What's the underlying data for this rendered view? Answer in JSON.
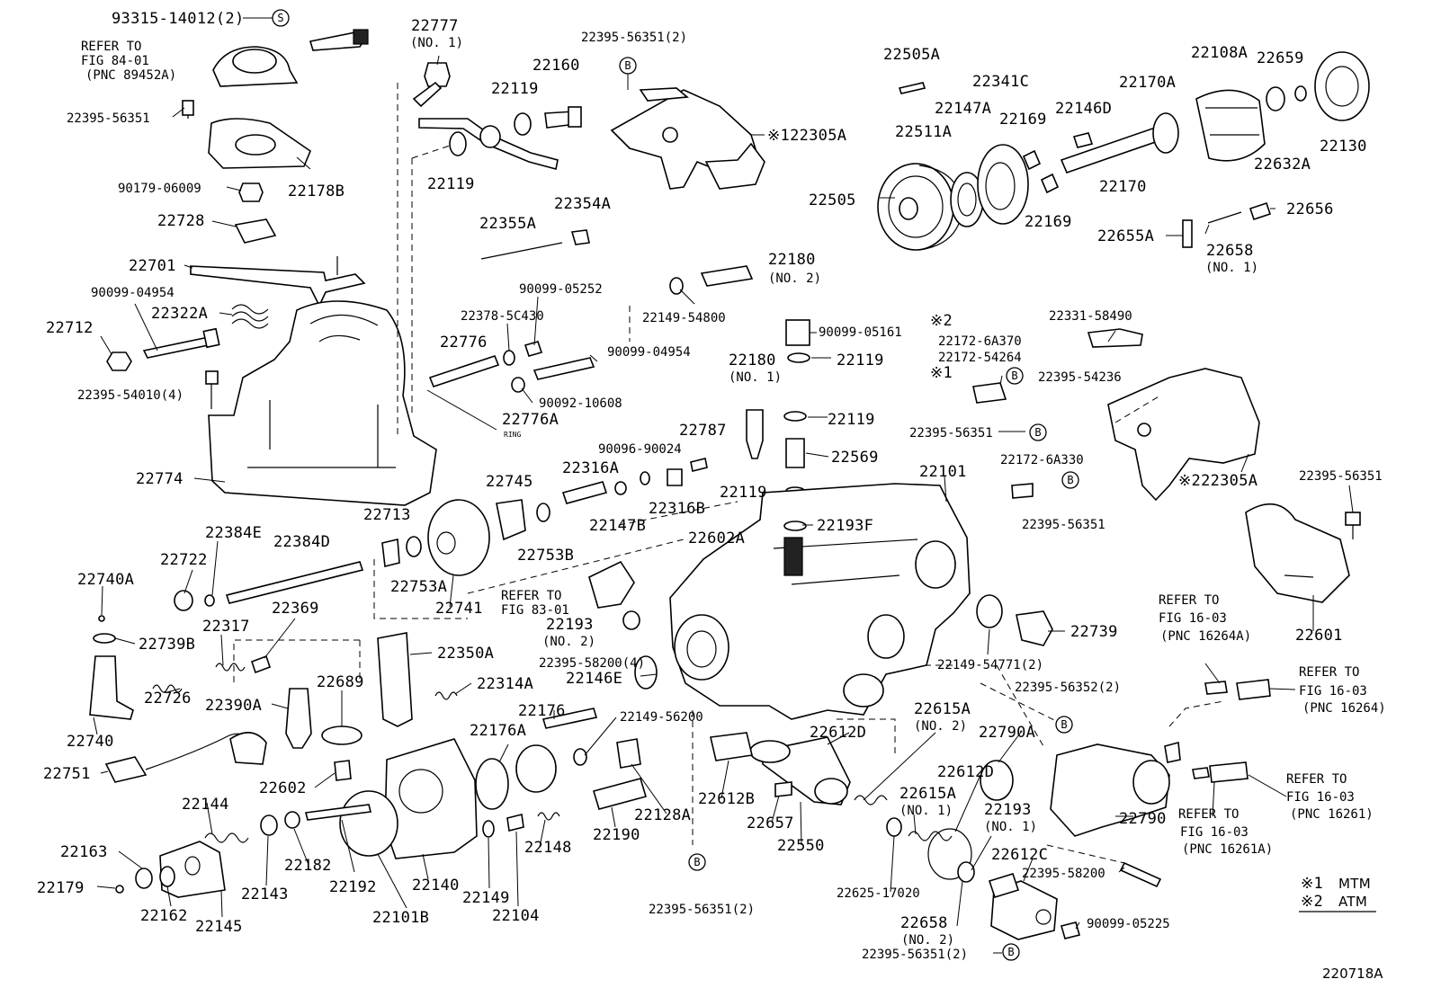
{
  "figure_id": "220718A",
  "legend": {
    "note1_symbol": "※1",
    "note1_text": "MTM",
    "note2_symbol": "※2",
    "note2_text": "ATM"
  },
  "labels": [
    {
      "text": "93315-14012(2)"
    },
    {
      "text": "REFER TO"
    },
    {
      "text": "FIG 84-01"
    },
    {
      "text": "(PNC 89452A)"
    },
    {
      "text": "22395-56351"
    },
    {
      "text": "90179-06009"
    },
    {
      "text": "22178B"
    },
    {
      "text": "22728"
    },
    {
      "text": "22701"
    },
    {
      "text": "90099-04954"
    },
    {
      "text": "22322A"
    },
    {
      "text": "22712"
    },
    {
      "text": "22395-54010(4)"
    },
    {
      "text": "22774"
    },
    {
      "text": "22777"
    },
    {
      "text": "(NO. 1)"
    },
    {
      "text": "22119"
    },
    {
      "text": "22160"
    },
    {
      "text": "22119"
    },
    {
      "text": "22395-56351(2)"
    },
    {
      "text": "※122305A"
    },
    {
      "text": "22355A"
    },
    {
      "text": "22354A"
    },
    {
      "text": "22505A"
    },
    {
      "text": "22341C"
    },
    {
      "text": "22108A"
    },
    {
      "text": "22659"
    },
    {
      "text": "22170A"
    },
    {
      "text": "22147A"
    },
    {
      "text": "22169"
    },
    {
      "text": "22146D"
    },
    {
      "text": "22511A"
    },
    {
      "text": "22130"
    },
    {
      "text": "22632A"
    },
    {
      "text": "22505"
    },
    {
      "text": "22170"
    },
    {
      "text": "22169"
    },
    {
      "text": "22656"
    },
    {
      "text": "22655A"
    },
    {
      "text": "22658"
    },
    {
      "text": "(NO. 1)"
    },
    {
      "text": "22180"
    },
    {
      "text": "(NO. 2)"
    },
    {
      "text": "22149-54800"
    },
    {
      "text": "90099-05252"
    },
    {
      "text": "22378-5C430"
    },
    {
      "text": "22776"
    },
    {
      "text": "90099-04954"
    },
    {
      "text": "90092-10608"
    },
    {
      "text": "22776A"
    },
    {
      "text": "RING"
    },
    {
      "text": "90099-05161"
    },
    {
      "text": "※2"
    },
    {
      "text": "22172-6A370"
    },
    {
      "text": "22172-54264"
    },
    {
      "text": "※1"
    },
    {
      "text": "22395-54236"
    },
    {
      "text": "22331-58490"
    },
    {
      "text": "22180"
    },
    {
      "text": "(NO. 1)"
    },
    {
      "text": "22119"
    },
    {
      "text": "22119"
    },
    {
      "text": "22395-56351"
    },
    {
      "text": "22787"
    },
    {
      "text": "90096-90024"
    },
    {
      "text": "22569"
    },
    {
      "text": "22172-6A330"
    },
    {
      "text": "22745"
    },
    {
      "text": "22316A"
    },
    {
      "text": "22316B"
    },
    {
      "text": "22119"
    },
    {
      "text": "22101"
    },
    {
      "text": "※222305A"
    },
    {
      "text": "22395-56351"
    },
    {
      "text": "22395-56351"
    },
    {
      "text": "22147B"
    },
    {
      "text": "22753B"
    },
    {
      "text": "22602A"
    },
    {
      "text": "22193F"
    },
    {
      "text": "22384E"
    },
    {
      "text": "22384D"
    },
    {
      "text": "22713"
    },
    {
      "text": "22722"
    },
    {
      "text": "22740A"
    },
    {
      "text": "22753A"
    },
    {
      "text": "22741"
    },
    {
      "text": "REFER TO"
    },
    {
      "text": "FIG 83-01"
    },
    {
      "text": "22193"
    },
    {
      "text": "(NO. 2)"
    },
    {
      "text": "22601"
    },
    {
      "text": "22739B"
    },
    {
      "text": "22317"
    },
    {
      "text": "22369"
    },
    {
      "text": "22739"
    },
    {
      "text": "REFER TO"
    },
    {
      "text": "FIG 16-03"
    },
    {
      "text": "(PNC 16264A)"
    },
    {
      "text": "22350A"
    },
    {
      "text": "22395-58200(4)"
    },
    {
      "text": "22146E"
    },
    {
      "text": "22149-54771(2)"
    },
    {
      "text": "REFER TO"
    },
    {
      "text": "FIG 16-03"
    },
    {
      "text": "(PNC 16264)"
    },
    {
      "text": "22314A"
    },
    {
      "text": "22726"
    },
    {
      "text": "22390A"
    },
    {
      "text": "22689"
    },
    {
      "text": "22176"
    },
    {
      "text": "22395-56352(2)"
    },
    {
      "text": "22149-56200"
    },
    {
      "text": "22615A"
    },
    {
      "text": "(NO. 2)"
    },
    {
      "text": "22740"
    },
    {
      "text": "22176A"
    },
    {
      "text": "22612D"
    },
    {
      "text": "22790A"
    },
    {
      "text": "22751"
    },
    {
      "text": "22602"
    },
    {
      "text": "22612D"
    },
    {
      "text": "REFER TO"
    },
    {
      "text": "FIG 16-03"
    },
    {
      "text": "(PNC 16261)"
    },
    {
      "text": "22612B"
    },
    {
      "text": "22615A"
    },
    {
      "text": "(NO. 1)"
    },
    {
      "text": "22144"
    },
    {
      "text": "22128A"
    },
    {
      "text": "22657"
    },
    {
      "text": "22193"
    },
    {
      "text": "(NO. 1)"
    },
    {
      "text": "22790"
    },
    {
      "text": "REFER TO"
    },
    {
      "text": "FIG 16-03"
    },
    {
      "text": "(PNC 16261A)"
    },
    {
      "text": "22190"
    },
    {
      "text": "22148"
    },
    {
      "text": "22550"
    },
    {
      "text": "22163"
    },
    {
      "text": "22182"
    },
    {
      "text": "22192"
    },
    {
      "text": "22140"
    },
    {
      "text": "22612C"
    },
    {
      "text": "22395-58200"
    },
    {
      "text": "22179"
    },
    {
      "text": "22143"
    },
    {
      "text": "22625-17020"
    },
    {
      "text": "22162"
    },
    {
      "text": "22145"
    },
    {
      "text": "22101B"
    },
    {
      "text": "22149"
    },
    {
      "text": "22104"
    },
    {
      "text": "22395-56351(2)"
    },
    {
      "text": "22658"
    },
    {
      "text": "(NO. 2)"
    },
    {
      "text": "90099-05225"
    },
    {
      "text": "22395-56351(2)"
    }
  ],
  "ref_marks": [
    {
      "letter": "S"
    },
    {
      "letter": "B"
    },
    {
      "letter": "B"
    },
    {
      "letter": "B"
    },
    {
      "letter": "B"
    },
    {
      "letter": "B"
    },
    {
      "letter": "B"
    },
    {
      "letter": "B"
    }
  ]
}
